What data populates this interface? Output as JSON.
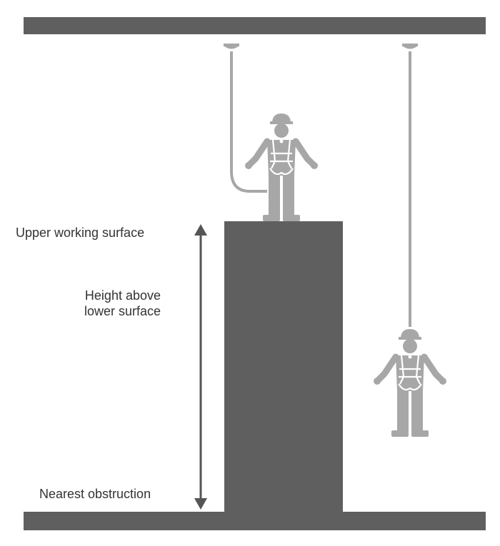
{
  "labels": {
    "upper_working_surface": "Upper working surface",
    "height_above_line1": "Height above",
    "height_above_line2": "lower surface",
    "nearest_obstruction": "Nearest obstruction"
  },
  "icons": {
    "worker_standing": "worker-standing-icon",
    "worker_suspended": "worker-suspended-icon",
    "anchor_left": "anchor-icon",
    "anchor_right": "anchor-icon"
  },
  "colors": {
    "structure": "#5f5f5f",
    "figure": "#a7a7a7",
    "arrow": "#555555",
    "text": "#333333",
    "background": "#ffffff"
  }
}
